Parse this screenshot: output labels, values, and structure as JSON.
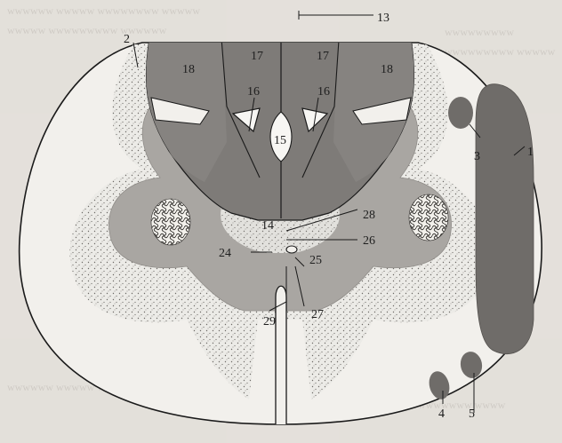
{
  "labels": {
    "l1": "1",
    "l2": "2",
    "l3": "3",
    "l4": "4",
    "l5": "5",
    "l13": "13",
    "l14": "14",
    "l15": "15",
    "l16a": "16",
    "l16b": "16",
    "l17a": "17",
    "l17b": "17",
    "l18a": "18",
    "l18b": "18",
    "l24": "24",
    "l25": "25",
    "l26": "26",
    "l27": "27",
    "l28": "28",
    "l29": "29"
  },
  "colors": {
    "page_background": "#e6e3de",
    "cord_white_matter": "#f2f0ec",
    "gray_matter": "#a9a6a2",
    "dorsal_columns": "#7e7b78",
    "tracts": "#6f6c69",
    "outline": "#1a1a1a"
  }
}
